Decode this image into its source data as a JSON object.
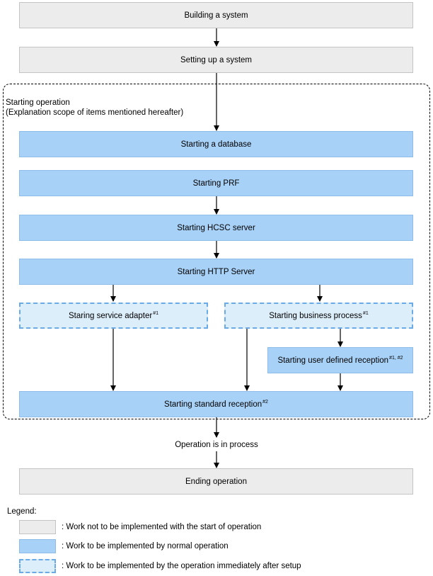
{
  "boxes": {
    "build": "Building a system",
    "setup": "Setting up a system",
    "database": "Starting a database",
    "prf": "Starting PRF",
    "hcsc": "Starting HCSC server",
    "http": "Starting HTTP Server",
    "adapter": "Staring service adapter",
    "adapter_note": "#1",
    "business": "Starting business process",
    "business_note": "#1",
    "user_reception": "Starting user defined reception",
    "user_reception_note": "#1, #2",
    "standard_reception": "Starting standard reception",
    "standard_reception_note": "#2",
    "ending": "Ending operation"
  },
  "scope": {
    "line1": "Starting operation",
    "line2": "(Explanation scope of items mentioned hereafter)"
  },
  "in_process": "Operation is in process",
  "legend": {
    "title": "Legend:",
    "gray": ": Work not to be implemented with the start of operation",
    "blue": ": Work to be implemented by normal operation",
    "dashed": ": Work to be implemented by the operation immediately after setup"
  },
  "colors": {
    "gray_fill": "#ececec",
    "blue_fill": "#a8d1f7",
    "dashed_fill": "#ddeefb",
    "dashed_border": "#6aaae6"
  }
}
